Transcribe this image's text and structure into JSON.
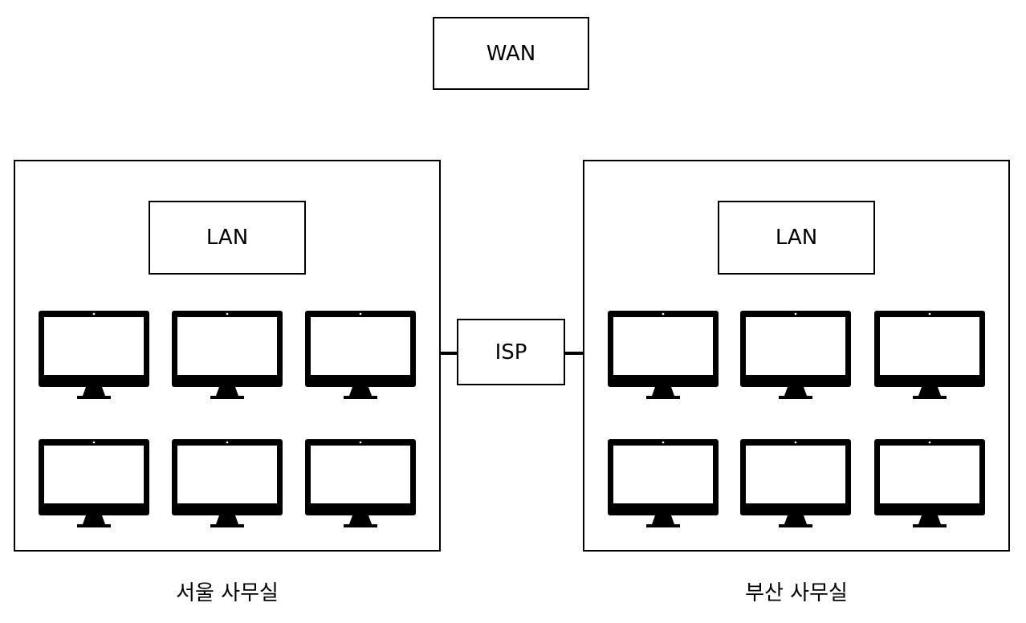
{
  "wan": {
    "label": "WAN"
  },
  "isp": {
    "label": "ISP"
  },
  "offices": [
    {
      "lan_label": "LAN",
      "caption": "서울 사무실",
      "computer_count": 6
    },
    {
      "lan_label": "LAN",
      "caption": "부산 사무실",
      "computer_count": 6
    }
  ],
  "icons": {
    "computer": "monitor-icon"
  }
}
